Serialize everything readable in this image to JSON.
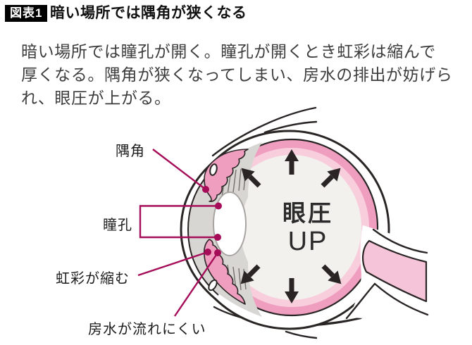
{
  "figure": {
    "badge": "図表1",
    "title": "暗い場所では隅角が狭くなる",
    "description_lines": [
      "暗い場所では瞳孔が開く。瞳孔が開くとき虹彩は縮んで",
      "厚くなる。隅角が狭くなってしまい、房水の排出が妨げら",
      "れ、眼圧が上がる。"
    ]
  },
  "diagram": {
    "labels": {
      "angle": "隅角",
      "pupil": "瞳孔",
      "iris": "虹彩が縮む",
      "aqueous": "房水が流れにくい"
    },
    "pressure": {
      "line1": "眼圧",
      "line2": "UP"
    },
    "icons": {
      "pressure_arrows": "six black arrows pointing outward from eye center"
    },
    "colors": {
      "outline": "#292524",
      "choroid_pink": "#f09ec0",
      "retina_light_pink": "#f8cedd",
      "optic_nerve_pink": "#f5c4d8",
      "vitreous_interior": "#f2f1ed",
      "chamber_gray": "#d8d6d3",
      "annotation_magenta": "#a50d59",
      "arrow_black": "#2a2524"
    }
  }
}
